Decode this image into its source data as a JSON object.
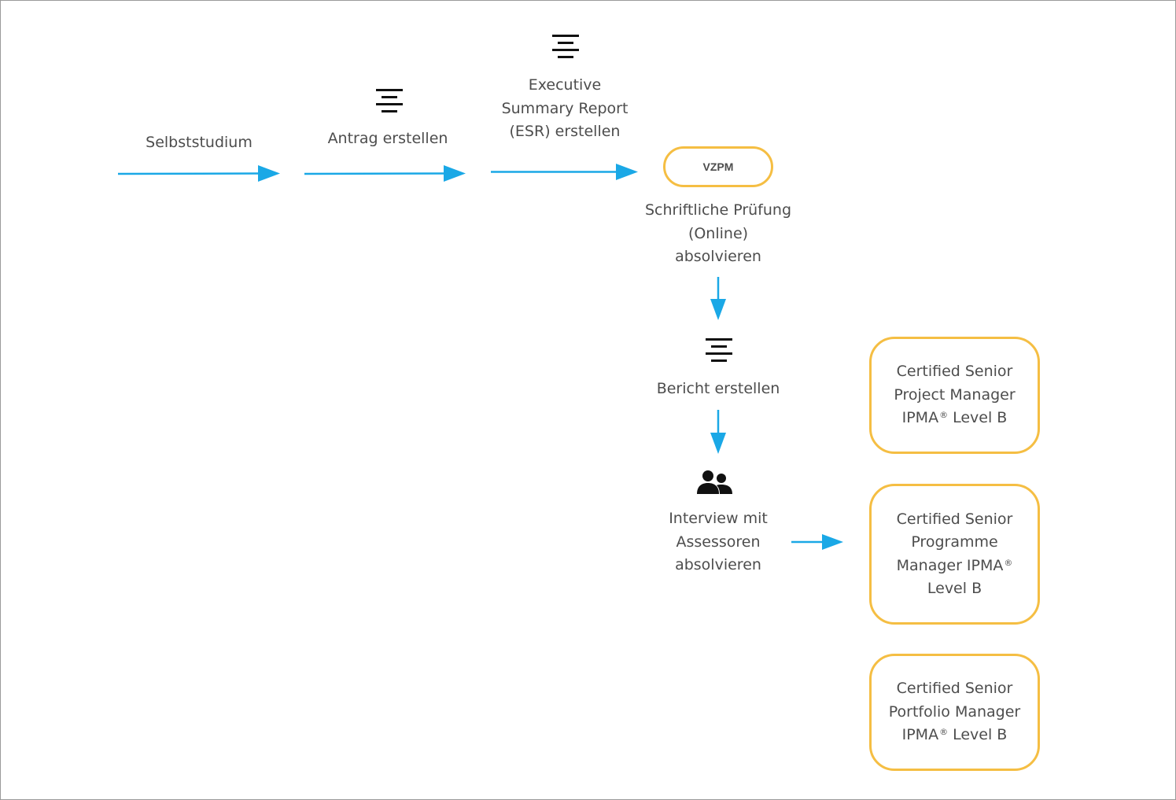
{
  "colors": {
    "arrow": "#1aa8e6",
    "highlight_border": "#f5be43",
    "text": "#4d4d4d",
    "icon": "#111111",
    "frame_border": "#9a9a9a"
  },
  "steps": {
    "self_study": {
      "label": "Selbststudium"
    },
    "application": {
      "icon": "align-center-icon",
      "label": "Antrag erstellen"
    },
    "esr": {
      "icon": "align-center-icon",
      "lines": [
        "Executive",
        "Summary Report",
        "(ESR) erstellen"
      ]
    },
    "written_exam": {
      "badge": "VZPM",
      "lines": [
        "Schriftliche Prüfung",
        "(Online)",
        "absolvieren"
      ]
    },
    "report": {
      "icon": "align-center-icon",
      "label": "Bericht erstellen"
    },
    "interview": {
      "icon": "people-icon",
      "lines": [
        "Interview mit",
        "Assessoren",
        "absolvieren"
      ]
    }
  },
  "certificates": [
    {
      "lines": [
        "Certified Senior",
        "Project Manager"
      ],
      "reg_line_before": "IPMA",
      "reg_mark": "®",
      "reg_line_after": " Level B",
      "tail": ""
    },
    {
      "lines": [
        "Certified Senior",
        "Programme"
      ],
      "reg_line_before": "Manager IPMA",
      "reg_mark": "®",
      "reg_line_after": "",
      "tail": "Level B"
    },
    {
      "lines": [
        "Certified Senior",
        "Portfolio Manager"
      ],
      "reg_line_before": "IPMA",
      "reg_mark": "®",
      "reg_line_after": " Level B",
      "tail": ""
    }
  ]
}
